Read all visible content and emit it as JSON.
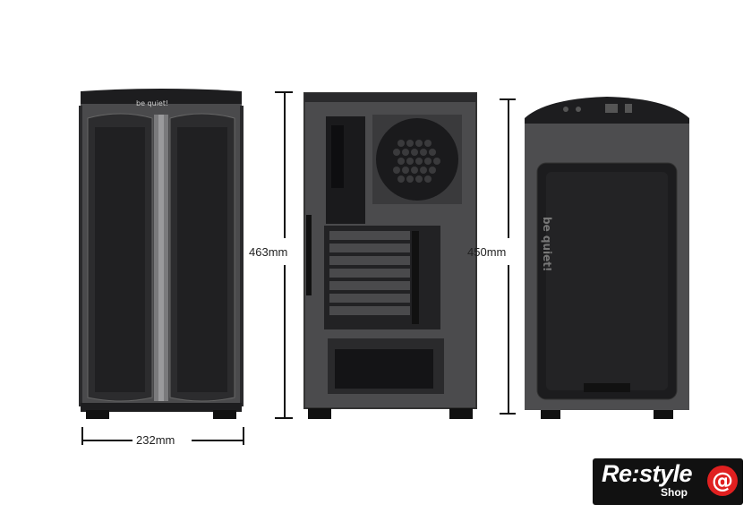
{
  "image": {
    "description_free_labels": true
  },
  "dimensions": {
    "width_label": "232mm",
    "height_front_label": "463mm",
    "height_side_label": "450mm"
  },
  "branding": {
    "case_brand": "be quiet!",
    "shop_logo_main": "Re:style",
    "shop_logo_sub": "Shop",
    "shop_logo_symbol": "@"
  },
  "colors": {
    "case_body": "#3a3a3c",
    "case_dark": "#1c1c1e",
    "logo_bg": "#111111",
    "logo_accent": "#e02020"
  }
}
